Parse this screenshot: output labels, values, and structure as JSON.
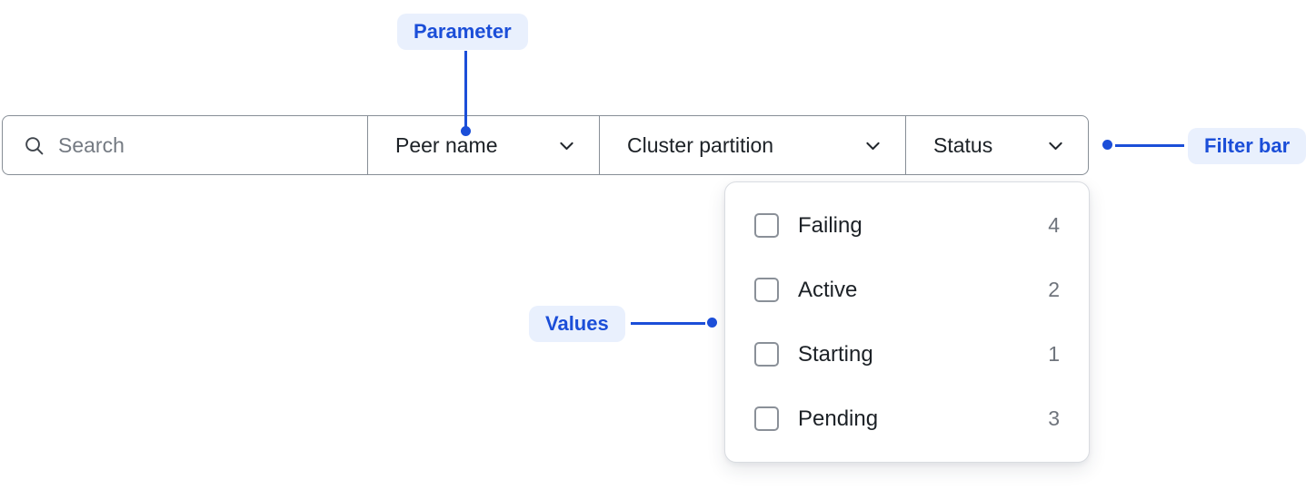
{
  "filter_bar": {
    "search_placeholder": "Search",
    "dropdowns": [
      {
        "label": "Peer name"
      },
      {
        "label": "Cluster partition"
      },
      {
        "label": "Status"
      }
    ]
  },
  "values_panel": {
    "options": [
      {
        "label": "Failing",
        "count": "4",
        "checked": false
      },
      {
        "label": "Active",
        "count": "2",
        "checked": false
      },
      {
        "label": "Starting",
        "count": "1",
        "checked": false
      },
      {
        "label": "Pending",
        "count": "3",
        "checked": false
      }
    ]
  },
  "annotations": {
    "parameter": "Parameter",
    "filter_bar": "Filter bar",
    "values": "Values"
  },
  "colors": {
    "accent_blue": "#1b4ed8",
    "annotation_background": "#e9f0fd",
    "bar_border": "#878e96",
    "panel_border": "#d9dce1",
    "text_dark": "#1c2126",
    "text_muted": "#6f747c"
  }
}
